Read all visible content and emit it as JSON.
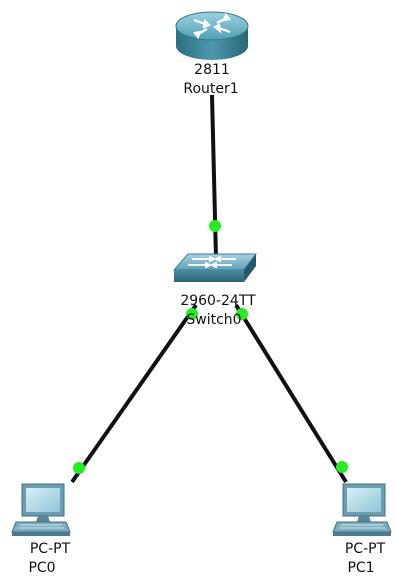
{
  "topology": {
    "devices": [
      {
        "id": "router1",
        "model": "2811",
        "name": "Router1",
        "kind": "router"
      },
      {
        "id": "switch0",
        "model": "2960-24TT",
        "name": "Switch0",
        "kind": "switch"
      },
      {
        "id": "pc0",
        "model": "PC-PT",
        "name": "PC0",
        "kind": "pc"
      },
      {
        "id": "pc1",
        "model": "PC-PT",
        "name": "PC1",
        "kind": "pc"
      }
    ],
    "links": [
      {
        "from": "router1",
        "to": "switch0",
        "status": "up"
      },
      {
        "from": "switch0",
        "to": "pc0",
        "status": "up"
      },
      {
        "from": "switch0",
        "to": "pc1",
        "status": "up"
      }
    ],
    "colors": {
      "link": "#111111",
      "port_up": "#22ee22",
      "router_body": "#3f93a8",
      "switch_body": "#4f8fa6",
      "pc_body": "#6fa0b8"
    }
  }
}
